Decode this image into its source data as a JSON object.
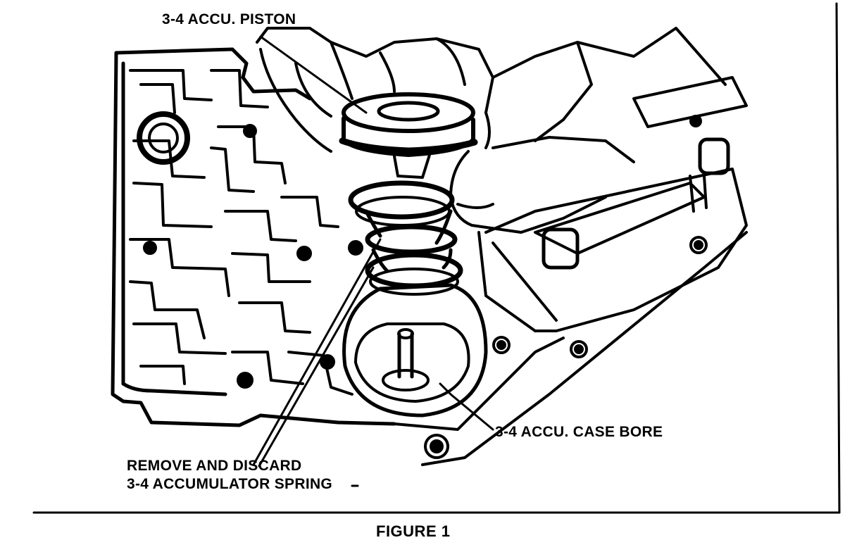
{
  "labels": {
    "piston": "3-4 ACCU. PISTON",
    "case_bore": "3-4 ACCU. CASE BORE",
    "spring_line1": "REMOVE AND DISCARD",
    "spring_line2": "3-4 ACCUMULATOR SPRING"
  },
  "caption": "FIGURE 1"
}
